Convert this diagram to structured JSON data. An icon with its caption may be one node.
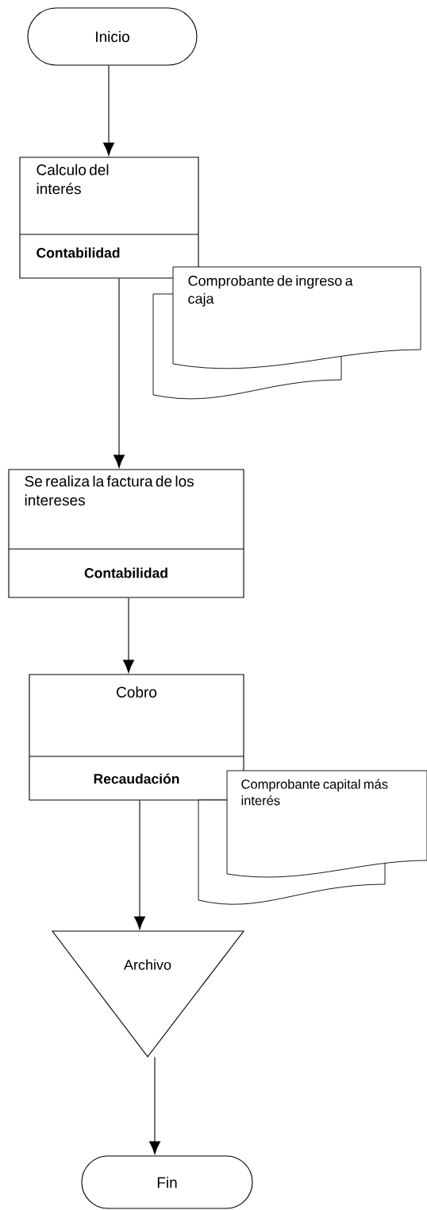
{
  "diagram": {
    "nodes": [
      {
        "text": [
          "Inicio"
        ]
      },
      {
        "text": [
          "Calculo del interés",
          "Contabilidad"
        ]
      },
      {
        "text": [
          "Comprobante de ingreso a caja"
        ]
      },
      {
        "text": [
          "Se realiza la factura de los intereses",
          "Contabilidad"
        ]
      },
      {
        "text": [
          "Cobro",
          "Recaudación"
        ]
      },
      {
        "text": [
          "Comprobante capital más interés"
        ]
      },
      {
        "text": [
          "Archivo"
        ]
      },
      {
        "text": [
          "Fin"
        ]
      }
    ],
    "edges": [
      {
        "from": 0,
        "to": 1,
        "arrow": "to"
      },
      {
        "from": 1,
        "to": 3,
        "arrow": "to"
      },
      {
        "from": 3,
        "to": 4,
        "arrow": "to"
      },
      {
        "from": 4,
        "to": 6,
        "arrow": "to"
      },
      {
        "from": 6,
        "to": 7,
        "arrow": "to"
      }
    ]
  }
}
